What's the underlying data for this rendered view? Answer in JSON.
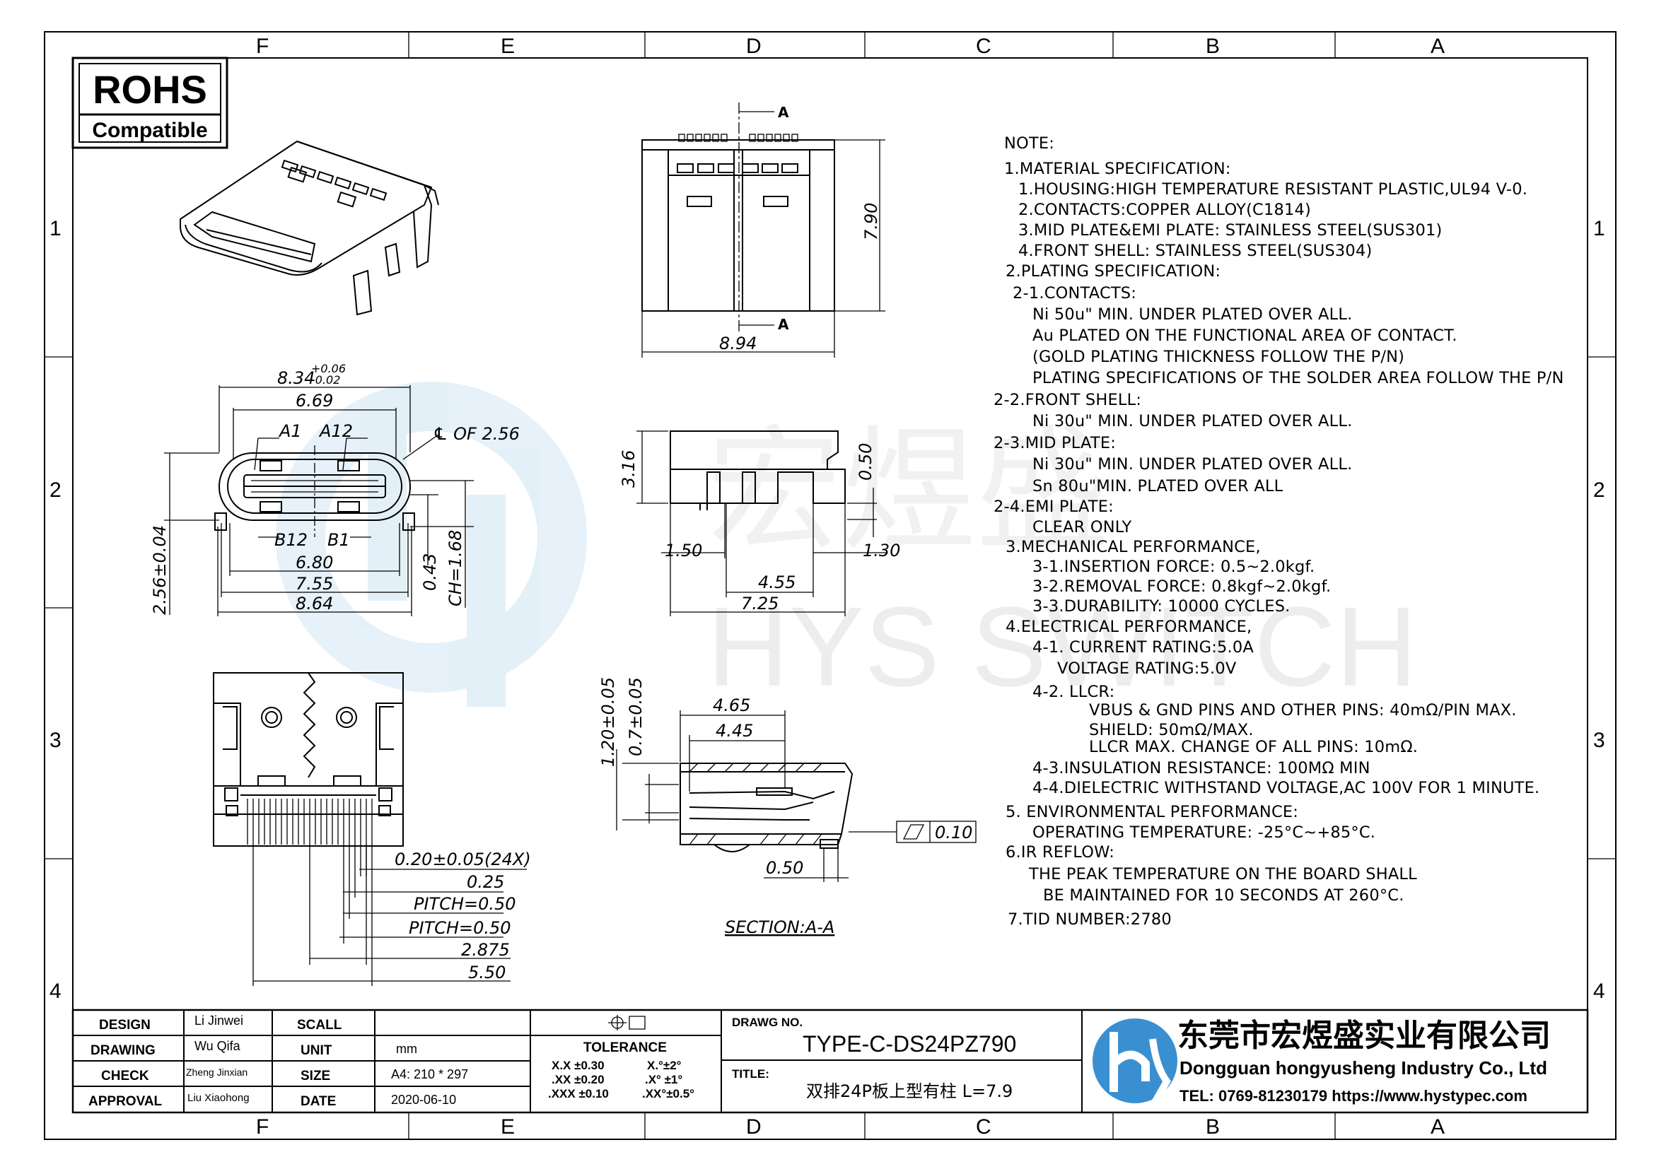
{
  "zones": {
    "columns": [
      "F",
      "E",
      "D",
      "C",
      "B",
      "A"
    ],
    "rows": [
      "1",
      "2",
      "3",
      "4"
    ]
  },
  "rohs": {
    "title": "ROHS",
    "subtitle": "Compatible"
  },
  "watermark": {
    "text": "HYS SWITCH",
    "chinese": "宏煜盛"
  },
  "front_view": {
    "dims": [
      "8.34",
      "+0.06",
      "-0.02",
      "6.69",
      "A1",
      "A12",
      "℄ OF 2.56",
      "B12",
      "B1",
      "6.80",
      "7.55",
      "8.64",
      "2.56±0.04",
      "0.43",
      "CH=1.68"
    ]
  },
  "top_view": {
    "dims": [
      "0.20±0.05(24X)",
      "0.25",
      "PITCH=0.50",
      "PITCH=0.50",
      "2.875",
      "5.50"
    ]
  },
  "top_right_view": {
    "dims": [
      "A",
      "A",
      "7.90",
      "8.94"
    ]
  },
  "side_view": {
    "dims": [
      "3.16",
      "0.50",
      "1.50",
      "1.30",
      "4.55",
      "7.25"
    ]
  },
  "section_view": {
    "dims": [
      "1.20±0.05",
      "0.7±0.05",
      "4.65",
      "4.45",
      "0.10",
      "0.50"
    ],
    "label": "SECTION:A-A"
  },
  "notes": [
    "NOTE:",
    "1.MATERIAL SPECIFICATION:",
    "1.HOUSING:HIGH TEMPERATURE RESISTANT PLASTIC,UL94 V-0.",
    "2.CONTACTS:COPPER ALLOY(C1814)",
    "3.MID PLATE&EMI PLATE: STAINLESS STEEL(SUS301)",
    "4.FRONT SHELL: STAINLESS STEEL(SUS304)",
    "2.PLATING SPECIFICATION:",
    "2-1.CONTACTS:",
    "Ni 50u\" MIN. UNDER PLATED OVER ALL.",
    "Au PLATED ON THE FUNCTIONAL AREA OF CONTACT.",
    "(GOLD PLATING THICKNESS FOLLOW THE P/N)",
    "PLATING SPECIFICATIONS OF THE SOLDER AREA FOLLOW THE P/N",
    "2-2.FRONT SHELL:",
    "Ni 30u\" MIN. UNDER PLATED OVER ALL.",
    "2-3.MID PLATE:",
    "Ni 30u\" MIN. UNDER PLATED OVER ALL.",
    "Sn 80u\"MIN. PLATED OVER ALL",
    "2-4.EMI PLATE:",
    "CLEAR ONLY",
    "3.MECHANICAL PERFORMANCE,",
    "3-1.INSERTION FORCE: 0.5~2.0kgf.",
    "3-2.REMOVAL FORCE: 0.8kgf~2.0kgf.",
    "3-3.DURABILITY: 10000 CYCLES.",
    "4.ELECTRICAL PERFORMANCE,",
    "4-1. CURRENT RATING:5.0A",
    "VOLTAGE RATING:5.0V",
    "4-2. LLCR:",
    "VBUS & GND PINS AND OTHER PINS: 40mΩ/PIN MAX.",
    "SHIELD: 50mΩ/MAX.",
    "LLCR MAX. CHANGE OF ALL PINS: 10mΩ.",
    "4-3.INSULATION RESISTANCE: 100MΩ  MIN",
    "4-4.DIELECTRIC WITHSTAND VOLTAGE,AC 100V FOR 1 MINUTE.",
    "5. ENVIRONMENTAL PERFORMANCE:",
    "OPERATING TEMPERATURE: -25°C~+85°C.",
    "6.IR REFLOW:",
    "THE PEAK TEMPERATURE ON THE BOARD SHALL",
    "BE MAINTAINED FOR 10 SECONDS AT 260°C.",
    "7.TID NUMBER:2780"
  ],
  "title_block": {
    "design_label": "DESIGN",
    "design_value": "Li Jinwei",
    "drawing_label": "DRAWING",
    "drawing_value": "Wu Qifa",
    "check_label": "CHECK",
    "check_value": "Zheng Jinxian",
    "approval_label": "APPROVAL",
    "approval_value": "Liu Xiaohong",
    "scall_label": "SCALL",
    "scall_value": "",
    "unit_label": "UNIT",
    "unit_value": "mm",
    "size_label": "SIZE",
    "size_value": "A4: 210 * 297",
    "date_label": "DATE",
    "date_value": "2020-06-10",
    "tolerance_label": "TOLERANCE",
    "tol_x": "X.X  ±0.30",
    "tol_xx": ".XX  ±0.20",
    "tol_xxx": ".XXX ±0.10",
    "tol_a1": "X.°±2°",
    "tol_a2": ".X° ±1°",
    "tol_a3": ".XX°±0.5°",
    "drawg_no_label": "DRAWG NO.",
    "drawg_no": "TYPE-C-DS24PZ790",
    "title_label": "TITLE:",
    "title": "双排24P板上型有柱 L=7.9",
    "company_cn": "东莞市宏煜盛实业有限公司",
    "company_en": "Dongguan hongyusheng Industry Co., Ltd",
    "contact": "TEL: 0769-81230179   https://www.hystypec.com",
    "brand_accent": "#3a8fd0"
  }
}
